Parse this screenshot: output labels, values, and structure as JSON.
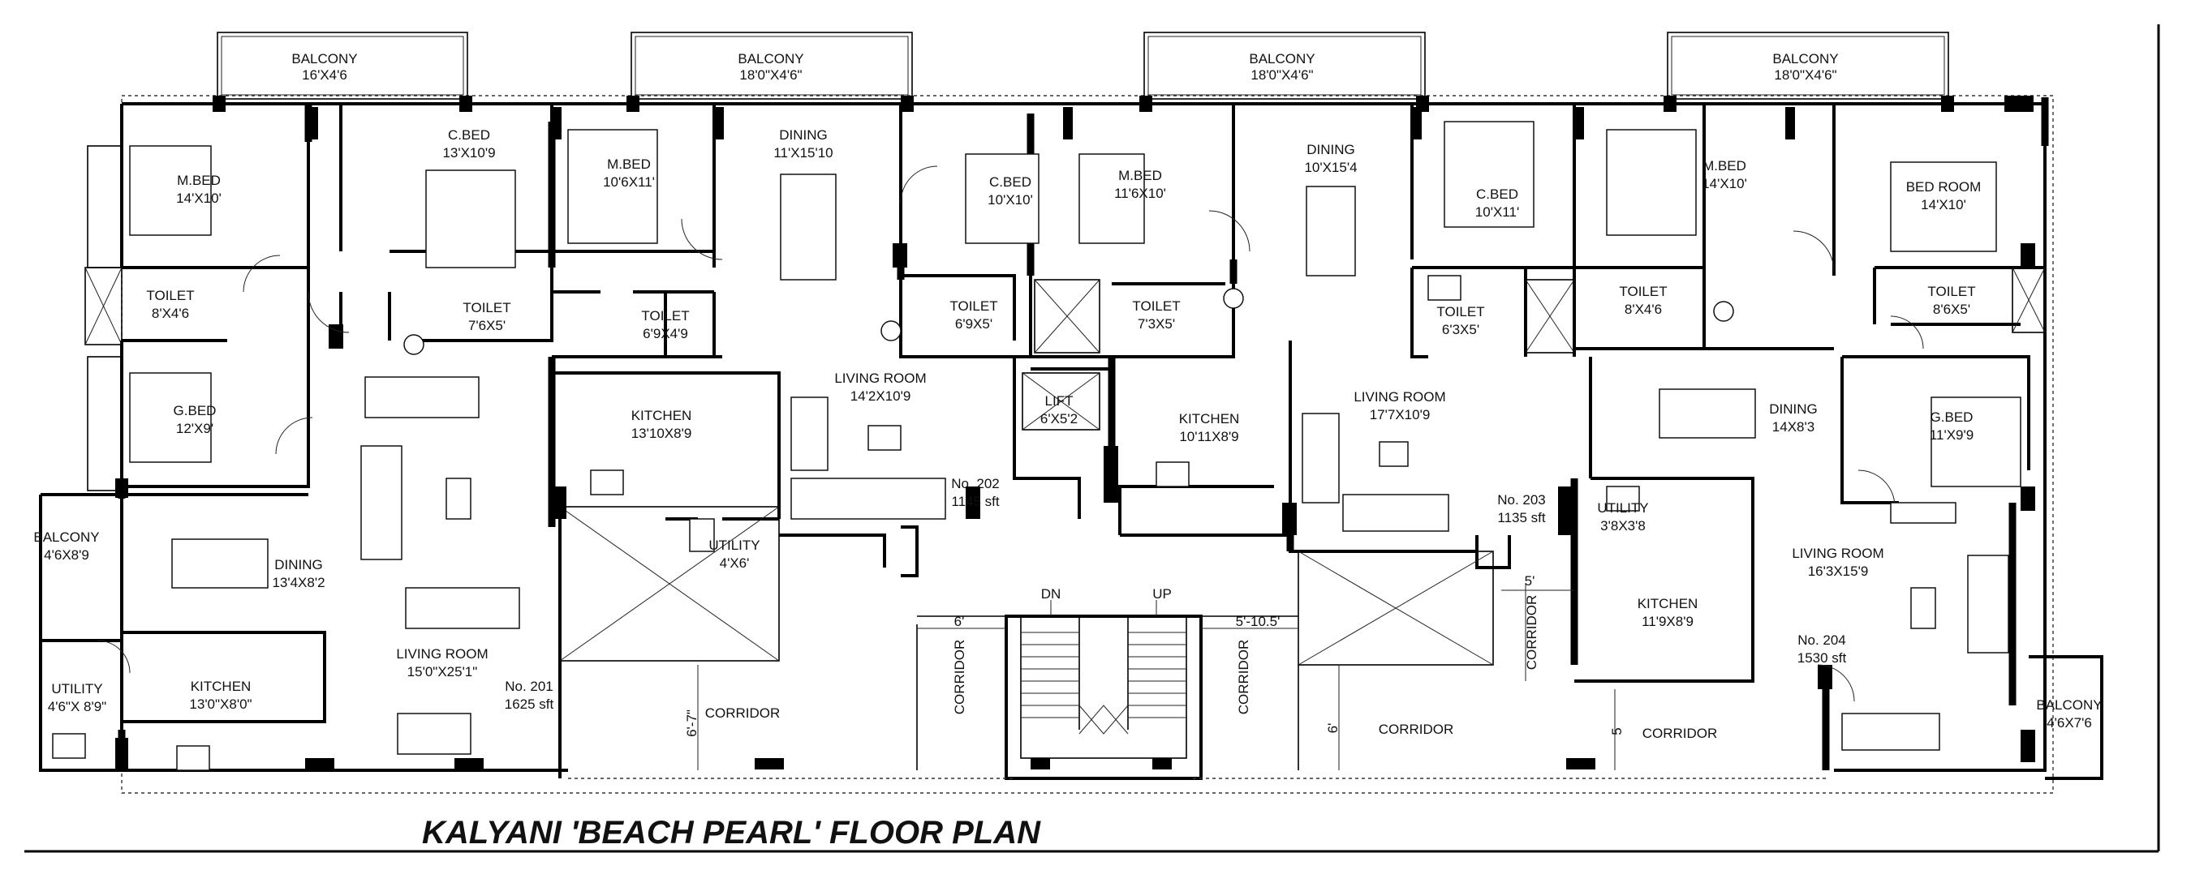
{
  "title": "KALYANI 'BEACH PEARL'  FLOOR PLAN",
  "rooms": [
    {
      "id": "balcony1",
      "name": "BALCONY",
      "dim": "16'X4'6"
    },
    {
      "id": "balcony2",
      "name": "BALCONY",
      "dim": "18'0\"X4'6\""
    },
    {
      "id": "balcony3",
      "name": "BALCONY",
      "dim": "18'0\"X4'6\""
    },
    {
      "id": "balcony4",
      "name": "BALCONY",
      "dim": "18'0\"X4'6\""
    },
    {
      "id": "mbed1",
      "name": "M.BED",
      "dim": "14'X10'"
    },
    {
      "id": "cbed1",
      "name": "C.BED",
      "dim": "13'X10'9"
    },
    {
      "id": "mbed2",
      "name": "M.BED",
      "dim": "10'6X11'"
    },
    {
      "id": "dining2",
      "name": "DINING",
      "dim": "11'X15'10"
    },
    {
      "id": "cbed2",
      "name": "C.BED",
      "dim": "10'X10'"
    },
    {
      "id": "mbed3",
      "name": "M.BED",
      "dim": "11'6X10'"
    },
    {
      "id": "dining3",
      "name": "DINING",
      "dim": "10'X15'4"
    },
    {
      "id": "cbed3",
      "name": "C.BED",
      "dim": "10'X11'"
    },
    {
      "id": "mbed4",
      "name": "M.BED",
      "dim": "14'X10'"
    },
    {
      "id": "bedroom4",
      "name": "BED ROOM",
      "dim": "14'X10'"
    },
    {
      "id": "toilet1",
      "name": "TOILET",
      "dim": "8'X4'6"
    },
    {
      "id": "toilet2",
      "name": "TOILET",
      "dim": "7'6X5'"
    },
    {
      "id": "toilet3",
      "name": "TOILET",
      "dim": "6'9X4'9"
    },
    {
      "id": "toilet4",
      "name": "TOILET",
      "dim": "6'9X5'"
    },
    {
      "id": "toilet5",
      "name": "TOILET",
      "dim": "7'3X5'"
    },
    {
      "id": "toilet6",
      "name": "TOILET",
      "dim": "6'3X5'"
    },
    {
      "id": "toilet7",
      "name": "TOILET",
      "dim": "8'X4'6"
    },
    {
      "id": "toilet8",
      "name": "TOILET",
      "dim": "8'6X5'"
    },
    {
      "id": "gbed1",
      "name": "G.BED",
      "dim": "12'X9'"
    },
    {
      "id": "living2",
      "name": "LIVING ROOM",
      "dim": "14'2X10'9"
    },
    {
      "id": "kitchen2",
      "name": "KITCHEN",
      "dim": "13'10X8'9"
    },
    {
      "id": "lift",
      "name": "LIFT",
      "dim": "6'X5'2"
    },
    {
      "id": "kitchen3",
      "name": "KITCHEN",
      "dim": "10'11X8'9"
    },
    {
      "id": "living3",
      "name": "LIVING ROOM",
      "dim": "17'7X10'9"
    },
    {
      "id": "dining4",
      "name": "DINING",
      "dim": "14X8'3"
    },
    {
      "id": "gbed4",
      "name": "G.BED",
      "dim": "11'X9'9"
    },
    {
      "id": "balcony5",
      "name": "BALCONY",
      "dim": "4'6X8'9"
    },
    {
      "id": "dining1",
      "name": "DINING",
      "dim": "13'4X8'2"
    },
    {
      "id": "utility2",
      "name": "UTILITY",
      "dim": "4'X6'"
    },
    {
      "id": "utility3",
      "name": "UTILITY",
      "dim": "3'8X3'8"
    },
    {
      "id": "living4",
      "name": "LIVING ROOM",
      "dim": "16'3X15'9"
    },
    {
      "id": "kitchen4",
      "name": "KITCHEN",
      "dim": "11'9X8'9"
    },
    {
      "id": "living1",
      "name": "LIVING ROOM",
      "dim": "15'0\"X25'1\""
    },
    {
      "id": "utility1",
      "name": "UTILITY",
      "dim": "4'6\"X 8'9\""
    },
    {
      "id": "kitchen1",
      "name": "KITCHEN",
      "dim": "13'0\"X8'0\""
    },
    {
      "id": "balcony6",
      "name": "BALCONY",
      "dim": "4'6X7'6"
    }
  ],
  "units": [
    {
      "no": "No. 201",
      "area": "1625 sft"
    },
    {
      "no": "No. 202",
      "area": "1145 sft"
    },
    {
      "no": "No. 203",
      "area": "1135 sft"
    },
    {
      "no": "No. 204",
      "area": "1530 sft"
    }
  ],
  "corridor": {
    "label": "CORRIDOR",
    "dims": [
      "6'",
      "6'-7\"",
      "5'-10.5'",
      "6'",
      "5'",
      "5"
    ],
    "stair_dn": "DN",
    "stair_up": "UP"
  }
}
